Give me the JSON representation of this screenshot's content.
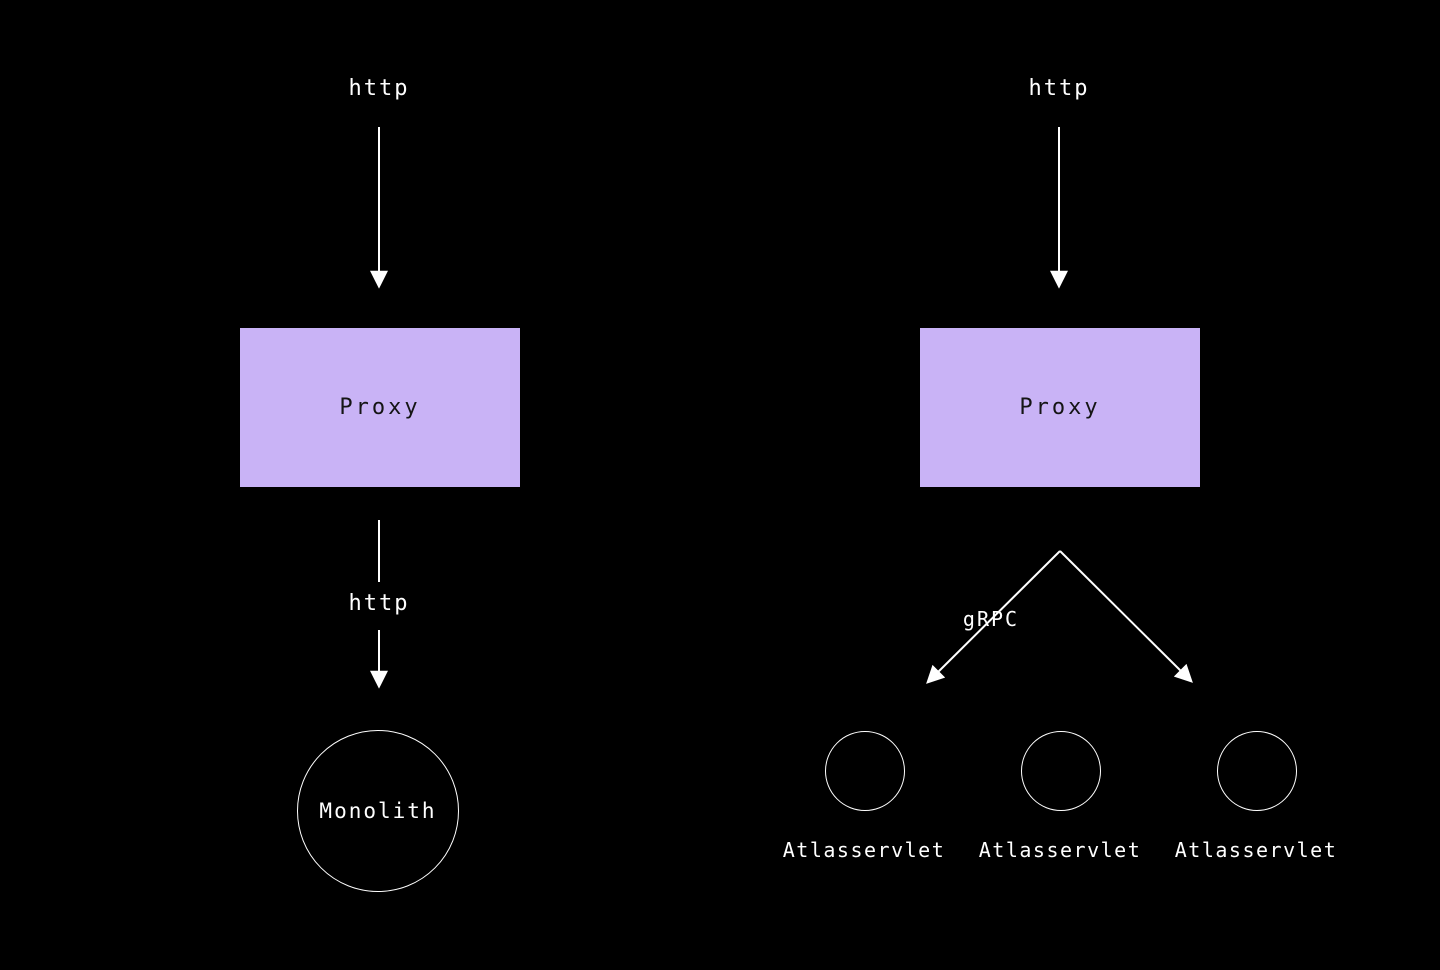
{
  "colors": {
    "background": "#000000",
    "box_fill": "#c9b3f6",
    "line": "#ffffff",
    "text": "#ffffff",
    "box_text": "#151515"
  },
  "left_diagram": {
    "top_label": "http",
    "proxy_label": "Proxy",
    "mid_label": "http",
    "node_label": "Monolith"
  },
  "right_diagram": {
    "top_label": "http",
    "proxy_label": "Proxy",
    "edge_label": "gRPC",
    "services": [
      {
        "label": "Atlasservlet"
      },
      {
        "label": "Atlasservlet"
      },
      {
        "label": "Atlasservlet"
      }
    ]
  }
}
